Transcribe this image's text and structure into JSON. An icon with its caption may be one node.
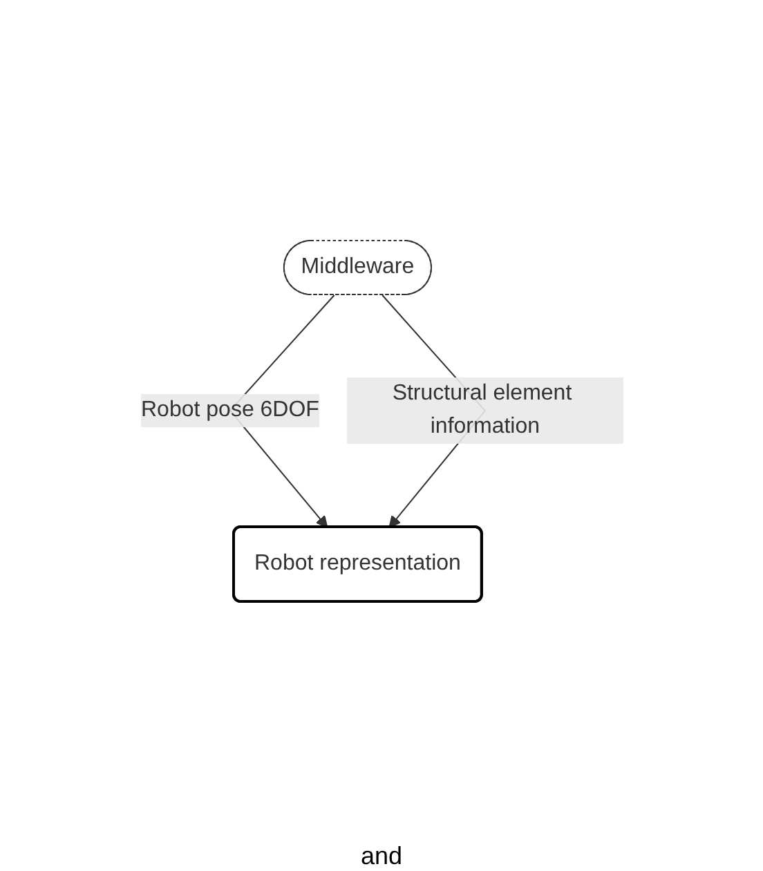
{
  "diagram": {
    "nodes": [
      {
        "text": [
          "Middleware"
        ]
      },
      {
        "text": [
          "Robot representation"
        ]
      }
    ],
    "edges": [
      {
        "from": 0,
        "to": 1,
        "arrow": "to",
        "label": "Robot pose 6DOF"
      },
      {
        "from": 0,
        "to": 1,
        "arrow": "to",
        "label": "Structural element information"
      }
    ],
    "labels": [
      "and"
    ]
  }
}
